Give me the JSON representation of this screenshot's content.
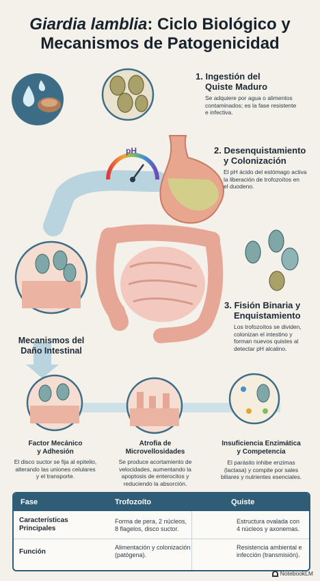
{
  "header": {
    "title_italic": "Giardia lamblia",
    "title_rest": ": Ciclo Biológico y",
    "title_line2": "Mecanismos de Patogenicidad"
  },
  "steps": [
    {
      "title_line1": "1. Ingestión del",
      "title_line2": "Quiste Maduro",
      "desc": [
        "Se adquiere por agua o alimentos",
        "contaminados; es la fase resistente",
        "e infectiva."
      ]
    },
    {
      "title_line1": "2. Desenquistamiento",
      "title_line2": "y Colonización",
      "desc": [
        "El pH ácido del estómago activa",
        "la liberación de trofozoítos en",
        "el duodeno."
      ]
    },
    {
      "title_line1": "3. Fisión Binaria y",
      "title_line2": "Enquistamiento",
      "desc": [
        "Los trofozoítos se dividen,",
        "colonizan el intestino y",
        "forman nuevos quistes al",
        "detectar pH alcalino."
      ]
    }
  ],
  "ph_label": "pH",
  "mechanisms_heading": [
    "Mecanismos del",
    "Daño Intestinal"
  ],
  "mechanisms": [
    {
      "title": [
        "Factor Mecánico",
        "y Adhesión"
      ],
      "desc": [
        "El disco suctor se fija al epitelio,",
        "alterando las uniones celulares",
        "y el transporte."
      ]
    },
    {
      "title": [
        "Atrofia de",
        "Microvellosidades"
      ],
      "desc": [
        "Se produce acortamiento de",
        "velocidades, aumentando la",
        "apoptosis de enterocitos y",
        "reduciendo la absorción."
      ]
    },
    {
      "title": [
        "Insuficiencia Enzimática",
        "y Competencia"
      ],
      "desc": [
        "El parásito inhibe enzimas",
        "(lactasa) y compite por sales",
        "biliares y nutrientes esenciales."
      ]
    }
  ],
  "table": {
    "headers": [
      "Fase",
      "Trofozoíto",
      "Quiste"
    ],
    "rows": [
      {
        "label": [
          "Características",
          "Principales"
        ],
        "trofozoito": [
          "Forma de pera, 2 núcleos,",
          "8 flagelos, disco suctor."
        ],
        "quiste": [
          "Estructura ovalada con",
          "4 núcleos y axonemas."
        ]
      },
      {
        "label": [
          "Función"
        ],
        "trofozoito": [
          "Alimentación y colonización",
          "(patógena)."
        ],
        "quiste": [
          "Resistencia ambiental e",
          "infección (transmisión)."
        ]
      }
    ]
  },
  "footer": "NotebookLM",
  "colors": {
    "accent": "#2f5d78",
    "path": "#b9d4de",
    "stomach": "#e9a68e",
    "intestine": "#f1b9aa"
  }
}
